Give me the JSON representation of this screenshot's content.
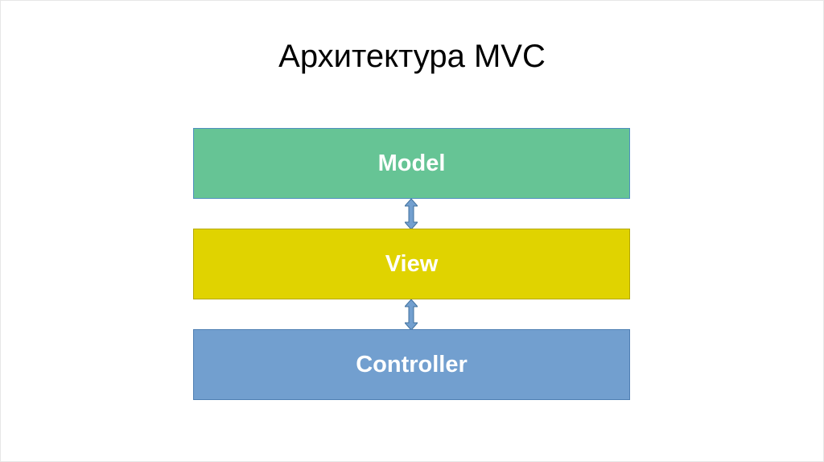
{
  "title": "Архитектура MVC",
  "layers": [
    {
      "label": "Model",
      "color": "#66c495"
    },
    {
      "label": "View",
      "color": "#e0d300"
    },
    {
      "label": "Controller",
      "color": "#729fcf"
    }
  ],
  "arrow_color": "#729fcf"
}
